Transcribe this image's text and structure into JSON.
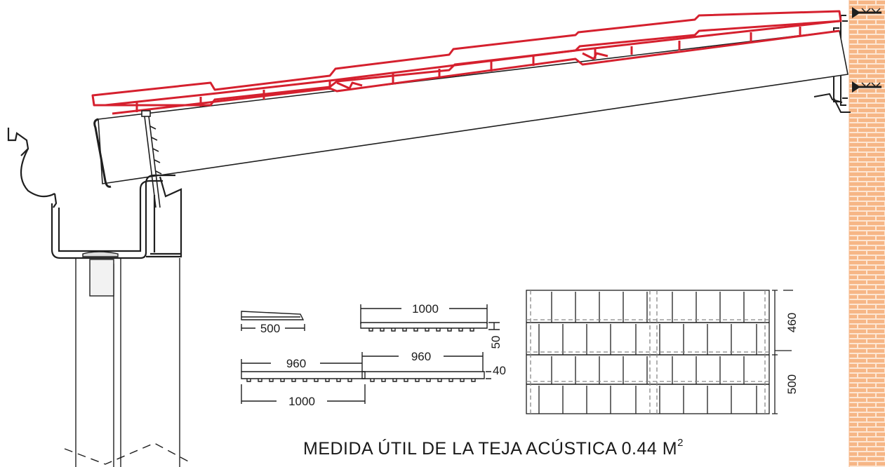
{
  "colors": {
    "tile_red": "#d5202e",
    "line": "#1f1f1f",
    "brick": "#f6b686",
    "brick_mortar": "#fde6d3",
    "background": "#ffffff"
  },
  "dimensions": {
    "end_piece_length": "500",
    "tile_length_top": "1000",
    "tile_height": "50",
    "useful_length_left": "960",
    "useful_length_right": "960",
    "overlap_height": "40",
    "tile_length_bottom": "1000",
    "row_height": "460",
    "row_pitch": "500"
  },
  "caption": {
    "text": "MEDIDA ÚTIL DE LA TEJA ACÚSTICA 0.44 M",
    "superscript": "2"
  }
}
